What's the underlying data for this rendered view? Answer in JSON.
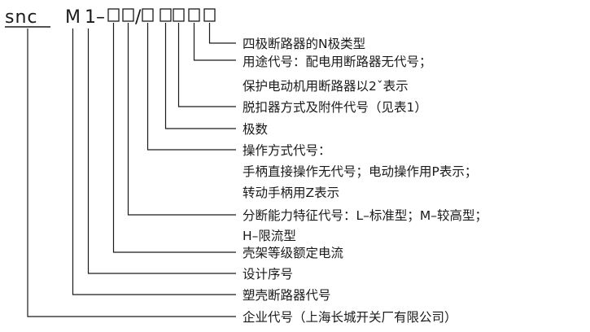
{
  "code": {
    "brand": "snc",
    "series": "M",
    "design_no": "1",
    "dash": "–",
    "slash": "/"
  },
  "descriptions": [
    "四极断路器的N极类型",
    "用途代号：配电用断路器无代号；",
    "保护电动机用断路器以2ˇ表示",
    "脱扣器方式及附件代号（见表1）",
    "极数",
    "操作方式代号：",
    "手柄直接操作无代号；电动操作用P表示；",
    "转动手柄用Z表示",
    "分断能力特征代号：L–标准型；M–较高型；",
    "H–限流型",
    "壳架等级额定电流",
    "设计序号",
    "塑壳断路器代号",
    "企业代号（上海长城开关厂有限公司）"
  ]
}
